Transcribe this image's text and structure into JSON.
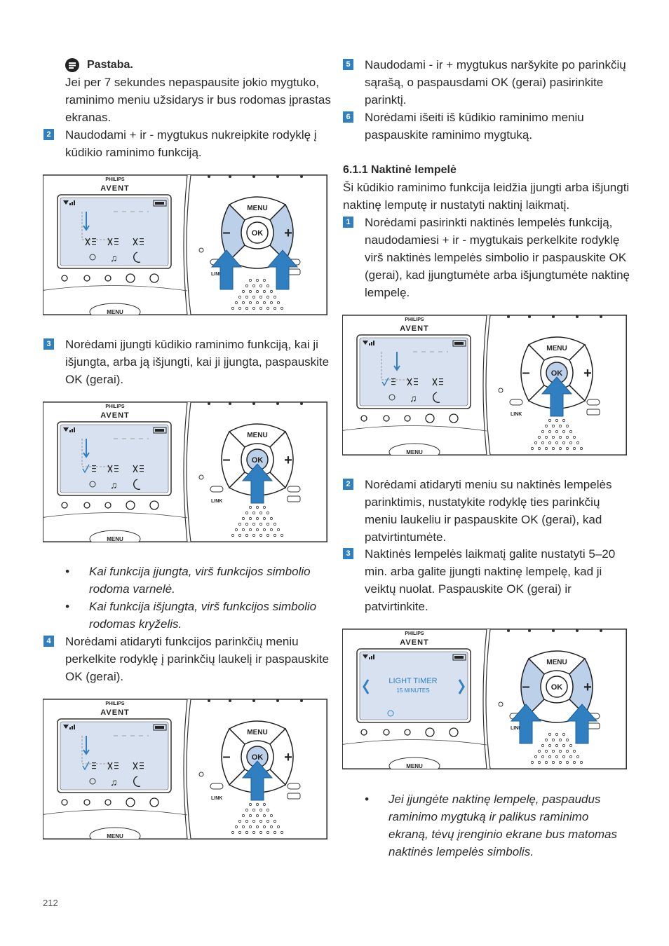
{
  "note": {
    "title": "Pastaba.",
    "text": "Jei per 7 sekundes nepaspausite jokio mygtuko, raminimo meniu užsidarys ir bus rodomas įprastas ekranas."
  },
  "left_steps": [
    {
      "num": "2",
      "text": "Naudodami + ir - mygtukus nukreipkite rodyklę į kūdikio raminimo funkciją."
    },
    {
      "num": "3",
      "text": "Norėdami įjungti kūdikio raminimo funkciją, kai ji išjungta, arba ją išjungti, kai ji įjungta, paspauskite OK (gerai)."
    },
    {
      "num": "4",
      "text": "Norėdami atidaryti funkcijos parinkčių meniu perkelkite rodyklę į parinkčių laukelį ir paspauskite OK (gerai)."
    }
  ],
  "left_bullets": [
    "Kai funkcija įjungta, virš funkcijos simbolio rodoma varnelė.",
    "Kai funkcija išjungta, virš funkcijos simbolio rodomas kryželis."
  ],
  "right_steps_top": [
    {
      "num": "5",
      "text": "Naudodami - ir + mygtukus naršykite po parinkčių sąrašą, o paspausdami OK (gerai) pasirinkite parinktį."
    },
    {
      "num": "6",
      "text": "Norėdami išeiti iš kūdikio raminimo meniu paspauskite raminimo mygtuką."
    }
  ],
  "section": {
    "heading": "6.1.1 Naktinė lempelė",
    "intro": "Ši kūdikio raminimo funkcija leidžia įjungti arba išjungti naktinę lemputę ir nustatyti naktinį laikmatį."
  },
  "right_steps_mid": [
    {
      "num": "1",
      "text": "Norėdami pasirinkti naktinės lempelės funkciją, naudodamiesi + ir - mygtukais perkelkite rodyklę virš naktinės lempelės simbolio ir paspauskite OK (gerai), kad įjungtumėte arba išjungtumėte naktinę lempelę."
    },
    {
      "num": "2",
      "text": "Norėdami atidaryti meniu su naktinės lempelės parinktimis, nustatykite rodyklę ties parinkčių meniu laukeliu ir paspauskite OK (gerai), kad patvirtintumėte."
    },
    {
      "num": "3",
      "text": "Naktinės lempelės laikmatį galite nustatyti 5–20 min. arba galite įjungti naktinę lempelę, kad ji veiktų nuolat. Paspauskite OK (gerai) ir patvirtinkite."
    }
  ],
  "right_bullets": [
    "Jei įjungėte naktinę lempelę, paspaudus raminimo mygtuką ir palikus raminimo ekraną, tėvų įrenginio ekrane bus matomas naktinės lempelės simbolis."
  ],
  "device": {
    "brand": "PHILIPS",
    "logo": "AVENT",
    "menu_label": "MENU",
    "ok_label": "OK",
    "link_label": "LINK",
    "minus": "–",
    "plus": "+",
    "light_timer": "LIGHT TIMER",
    "minutes": "15 MINUTES"
  },
  "colors": {
    "accent": "#2f7fc1",
    "screen": "#d7e1ef",
    "button_light": "#bcd0ea"
  },
  "page_number": "212"
}
